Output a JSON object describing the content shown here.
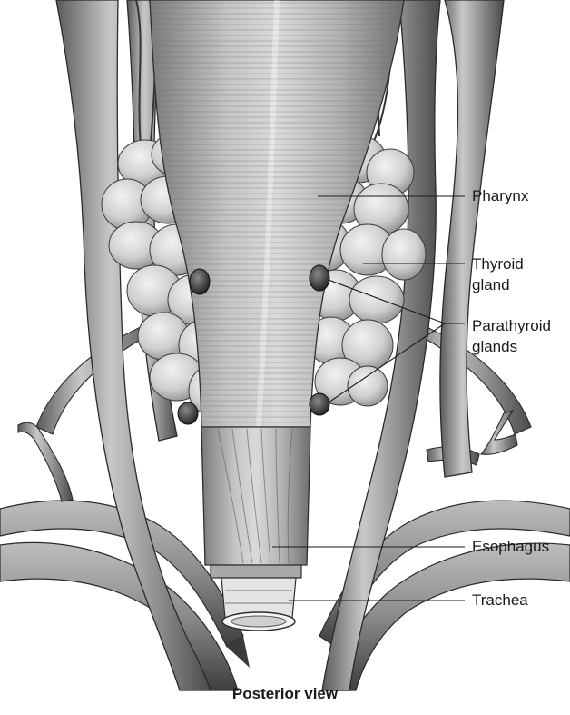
{
  "labels": {
    "pharynx": "Pharynx",
    "thyroid_1": "Thyroid",
    "thyroid_2": "gland",
    "parathyroid_1": "Parathyroid",
    "parathyroid_2": "glands",
    "esophagus": "Esophagus",
    "trachea": "Trachea"
  },
  "caption": "Posterior view"
}
